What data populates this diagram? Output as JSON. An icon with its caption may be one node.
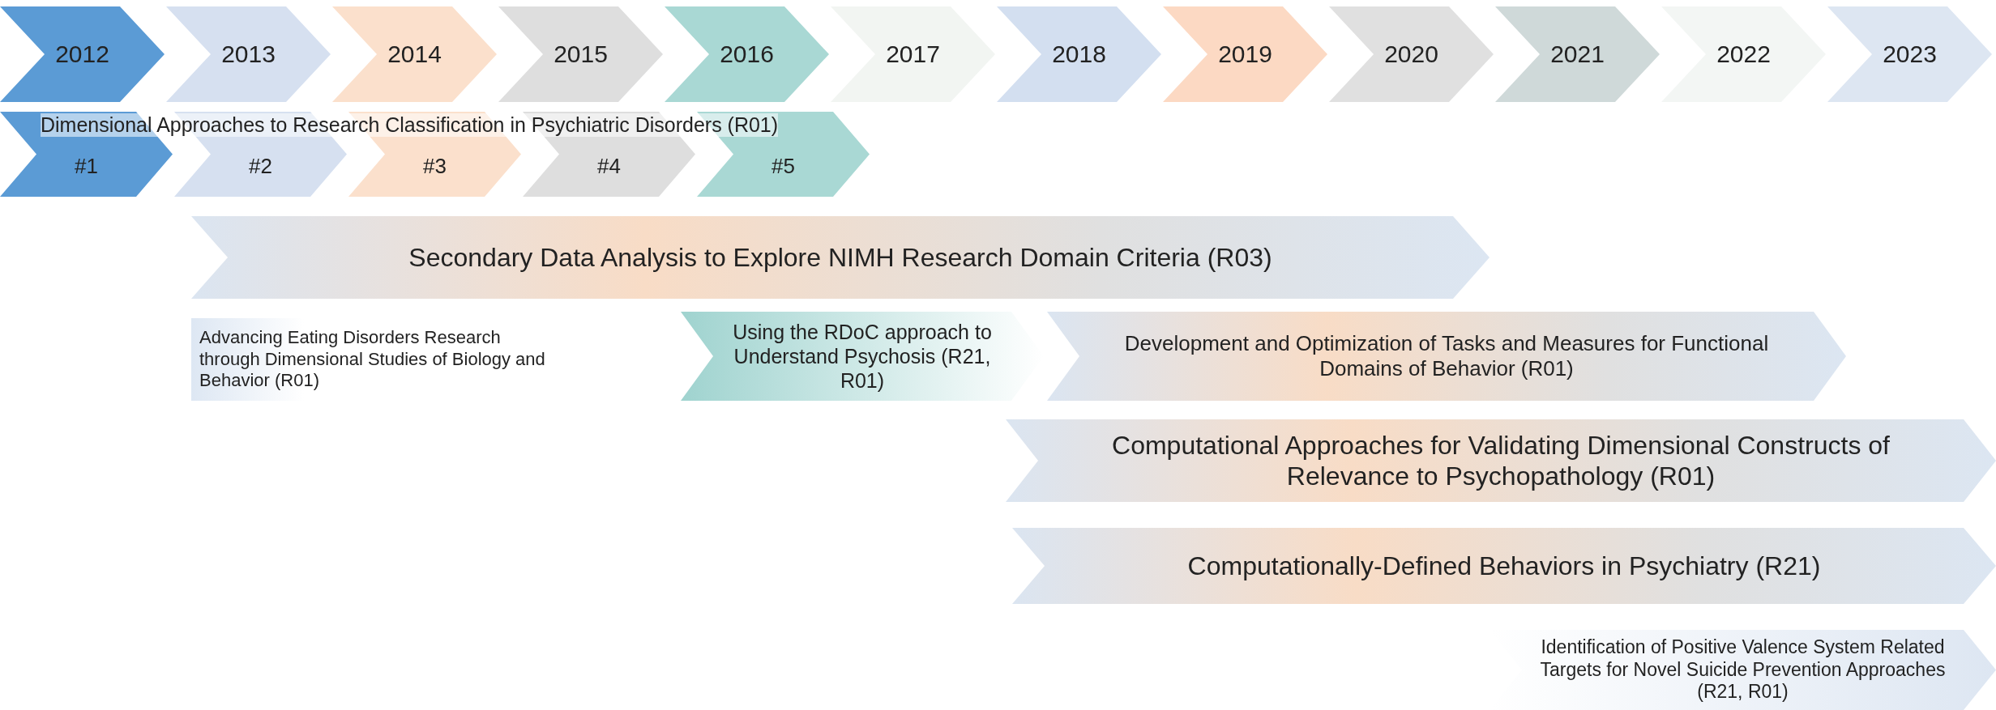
{
  "diagram": {
    "nodes": [
      {
        "text": [
          "2012"
        ]
      },
      {
        "text": [
          "2013"
        ]
      },
      {
        "text": [
          "2014"
        ]
      },
      {
        "text": [
          "2015"
        ]
      },
      {
        "text": [
          "2016"
        ]
      },
      {
        "text": [
          "2017"
        ]
      },
      {
        "text": [
          "2018"
        ]
      },
      {
        "text": [
          "2019"
        ]
      },
      {
        "text": [
          "2020"
        ]
      },
      {
        "text": [
          "2021"
        ]
      },
      {
        "text": [
          "2022"
        ]
      },
      {
        "text": [
          "2023"
        ]
      },
      {
        "text": [
          "#1"
        ]
      },
      {
        "text": [
          "#2"
        ]
      },
      {
        "text": [
          "#3"
        ]
      },
      {
        "text": [
          "#4"
        ]
      },
      {
        "text": [
          "#5"
        ]
      },
      {
        "text": [
          "Secondary Data Analysis to Explore NIMH Research Domain Criteria (R03)"
        ]
      },
      {
        "text": [
          "Advancing Eating Disorders Research through Dimensional Studies of Biology and Behavior (R01)"
        ]
      },
      {
        "text": [
          "Using the RDoC approach to Understand Psychosis (R21, R01)"
        ]
      },
      {
        "text": [
          "Development and Optimization of Tasks and Measures for Functional Domains of Behavior (R01)"
        ]
      },
      {
        "text": [
          "Computational Approaches for Validating Dimensional Constructs of Relevance to Psychopathology (R01)"
        ]
      },
      {
        "text": [
          "Computationally-Defined Behaviors in Psychiatry (R21)"
        ]
      },
      {
        "text": [
          "Identification of Positive Valence System Related Targets for Novel Suicide Prevention Approaches (R21, R01)"
        ]
      }
    ],
    "labels": [
      "Dimensional Approaches to Research Classification in Psychiatric Disorders (R01)"
    ]
  }
}
